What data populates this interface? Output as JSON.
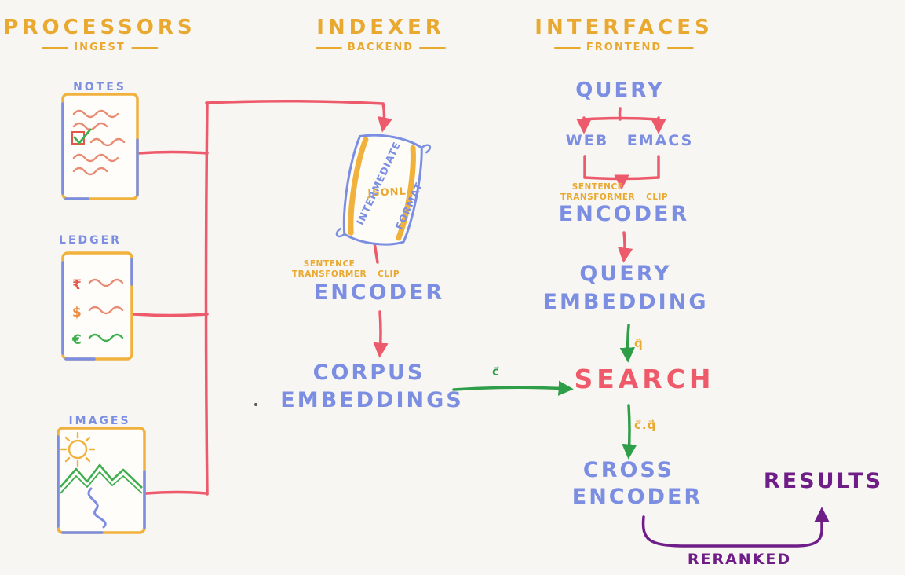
{
  "palette": {
    "background": "#f8f6f2",
    "yellow": "#e9a930",
    "blue": "#7b8ee2",
    "red": "#ec5a6b",
    "salmon": "#e98a74",
    "green": "#2f9e49",
    "purple": "#6f1d87"
  },
  "headers": {
    "processors": {
      "title": "PROCESSORS",
      "subtitle": "INGEST"
    },
    "indexer": {
      "title": "INDEXER",
      "subtitle": "BACKEND"
    },
    "interfaces": {
      "title": "INTERFACES",
      "subtitle": "FRONTEND"
    }
  },
  "processors": {
    "notes_label": "NOTES",
    "ledger_label": "LEDGER",
    "ledger_symbols": [
      "₹",
      "$",
      "€"
    ],
    "images_label": "IMAGES"
  },
  "indexer": {
    "scroll": {
      "left": "INTERMEDIATE",
      "center": "JSONL",
      "right": "FORMAT"
    },
    "model": {
      "line1": "SENTENCE",
      "line2": "TRANSFORMER",
      "side": "CLIP"
    },
    "encoder": "ENCODER",
    "corpus": {
      "line1": "CORPUS",
      "line2": "EMBEDDINGS"
    },
    "corpus_vector": "c⃗"
  },
  "interfaces": {
    "query": "QUERY",
    "web": "WEB",
    "emacs": "EMACS",
    "model": {
      "line1": "SENTENCE",
      "line2": "TRANSFORMER",
      "side": "CLIP"
    },
    "encoder": "ENCODER",
    "query_embedding": {
      "line1": "QUERY",
      "line2": "EMBEDDING"
    },
    "query_vector": "q⃗",
    "search": "SEARCH",
    "dot_product": "c⃗.q⃗",
    "cross_encoder": {
      "line1": "CROSS",
      "line2": "ENCODER"
    },
    "results": "RESULTS",
    "reranked": "RERANKED"
  }
}
